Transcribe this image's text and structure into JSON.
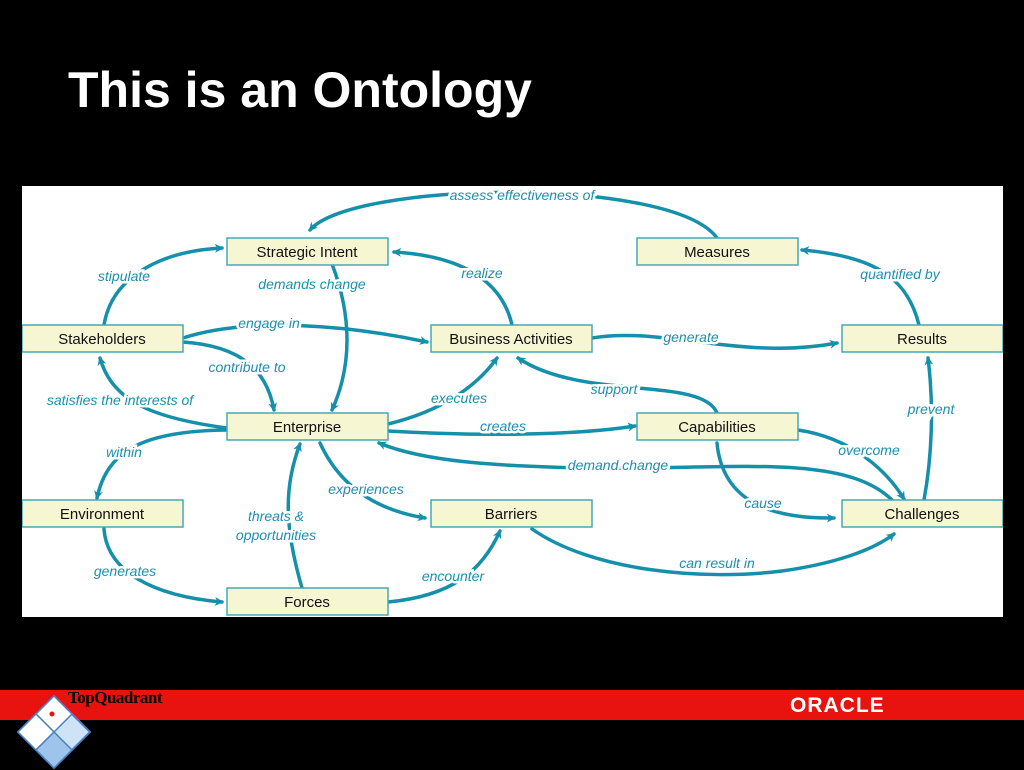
{
  "slide": {
    "title": "This is an Ontology"
  },
  "colors": {
    "node_fill": "#f7f6d2",
    "node_border": "#45a8b8",
    "edge": "#1590ab",
    "edge_label": "#1a90ad",
    "footer": "#e8130f"
  },
  "diagram": {
    "nodes": {
      "strategic_intent": "Strategic Intent",
      "measures": "Measures",
      "stakeholders": "Stakeholders",
      "business_activities": "Business Activities",
      "results": "Results",
      "enterprise": "Enterprise",
      "capabilities": "Capabilities",
      "environment": "Environment",
      "barriers": "Barriers",
      "challenges": "Challenges",
      "forces": "Forces"
    },
    "edges": {
      "assess_effectiveness_of": "assess effectiveness of",
      "stipulate": "stipulate",
      "demands_change": "demands change",
      "realize": "realize",
      "quantified_by": "quantified by",
      "engage_in": "engage in",
      "generate": "generate",
      "contribute_to": "contribute to",
      "satisfies_the_interests_of": "satisfies the interests of",
      "executes": "executes",
      "support": "support",
      "prevent": "prevent",
      "creates": "creates",
      "within": "within",
      "overcome": "overcome",
      "demand_change": "demand change",
      "experiences": "experiences",
      "threats_opportunities_1": "threats &",
      "threats_opportunities_2": "opportunities",
      "cause": "cause",
      "generates": "generates",
      "can_result_in": "can result in",
      "encounter": "encounter"
    }
  },
  "footer": {
    "brand_left": "TopQuadrant",
    "brand_right": "ORACLE"
  }
}
